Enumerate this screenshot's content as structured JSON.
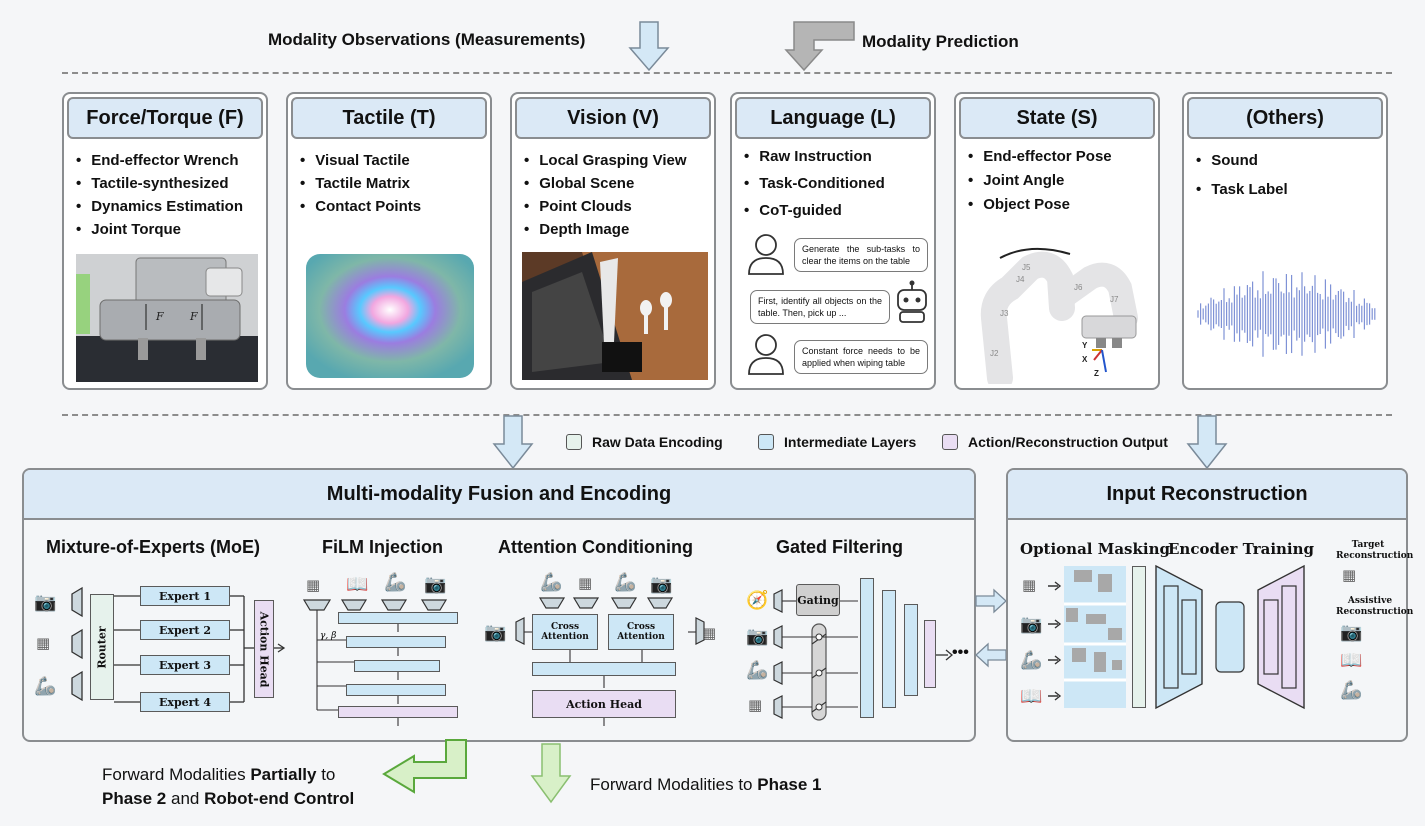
{
  "top": {
    "observations": "Modality Observations (Measurements)",
    "prediction": "Modality Prediction"
  },
  "modalities": [
    {
      "title": "Force/Torque (F)",
      "items": [
        "End-effector Wrench",
        "Tactile-synthesized",
        "Dynamics Estimation",
        "Joint Torque"
      ]
    },
    {
      "title": "Tactile (T)",
      "items": [
        "Visual Tactile",
        "Tactile Matrix",
        "Contact Points"
      ]
    },
    {
      "title": "Vision (V)",
      "items": [
        "Local Grasping View",
        "Global Scene",
        "Point Clouds",
        "Depth Image"
      ]
    },
    {
      "title": "Language (L)",
      "items": [
        "Raw Instruction",
        "Task-Conditioned",
        "CoT-guided"
      ]
    },
    {
      "title": "State (S)",
      "items": [
        "End-effector Pose",
        "Joint Angle",
        "Object Pose"
      ]
    },
    {
      "title": "(Others)",
      "items": [
        "Sound",
        "Task Label"
      ]
    }
  ],
  "chat": [
    "Generate the sub-tasks to clear the items on the table",
    "First, identify all objects on the table. Then, pick up ...",
    "Constant force needs to be applied when wiping table"
  ],
  "force_labels": [
    "F",
    "F"
  ],
  "state_labels": [
    "J5",
    "J4",
    "J3",
    "J2",
    "J6",
    "J7",
    "Y",
    "X",
    "Z"
  ],
  "legend": [
    "Raw Data Encoding",
    "Intermediate Layers",
    "Action/Reconstruction Output"
  ],
  "colors": {
    "raw": "#e6f2ec",
    "intermediate": "#cde7f6",
    "output": "#e9ddf3",
    "header": "#dbe9f6",
    "arrow_blue": "#d4e8f6",
    "arrow_green": "#d8f0c8"
  },
  "fusion": {
    "title": "Multi-modality Fusion and Encoding",
    "moe": {
      "title": "Mixture-of-Experts (MoE)",
      "router": "Router",
      "experts": [
        "Expert 1",
        "Expert 2",
        "Expert 3",
        "Expert 4"
      ],
      "head": "Action Head"
    },
    "film": {
      "title": "FiLM Injection",
      "gamma_beta": "γ, β"
    },
    "attention": {
      "title": "Attention Conditioning",
      "cross": "Cross Attention",
      "head": "Action Head"
    },
    "gated": {
      "title": "Gated Filtering",
      "gating": "Gating"
    }
  },
  "recon": {
    "title": "Input Reconstruction",
    "masking": "Optional Masking",
    "encoder": "Encoder Training",
    "target": "Target Reconstruction",
    "assistive": "Assistive Reconstruction"
  },
  "bottom": {
    "left_prefix": "Forward Modalities ",
    "left_bold1": "Partially",
    "left_mid": " to",
    "left_bold2": "Phase 2",
    "left_and": " and ",
    "left_bold3": "Robot-end Control",
    "right_prefix": "Forward Modalities to ",
    "right_bold": "Phase 1"
  }
}
